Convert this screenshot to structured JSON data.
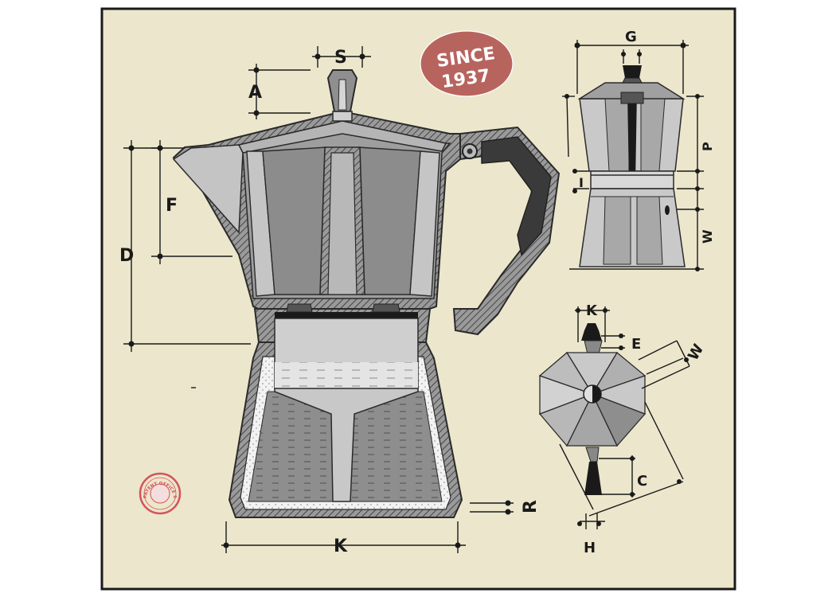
{
  "badge": {
    "line1": "SINCE",
    "line2": "1937"
  },
  "seal": {
    "text": "PATENT OFFICE SEAL"
  },
  "labels": {
    "main": {
      "S": "S",
      "A": "A",
      "F": "F",
      "D": "D",
      "K": "K",
      "R": "R"
    },
    "side": {
      "G": "G",
      "P": "P",
      "I": "I",
      "W": "W"
    },
    "top": {
      "K": "K",
      "E": "E",
      "W": "W",
      "C": "C",
      "H": "H"
    }
  },
  "colors": {
    "background": "#ece6cc",
    "border": "#1a1a1a",
    "badge_fill": "#b8645e",
    "seal_color": "#d2545a",
    "metal_light": "#c9c9c9",
    "metal_mid": "#9e9e9e",
    "metal_dark": "#787878",
    "handle_dark": "#3a3a3a",
    "water": "#e4e4e4"
  }
}
